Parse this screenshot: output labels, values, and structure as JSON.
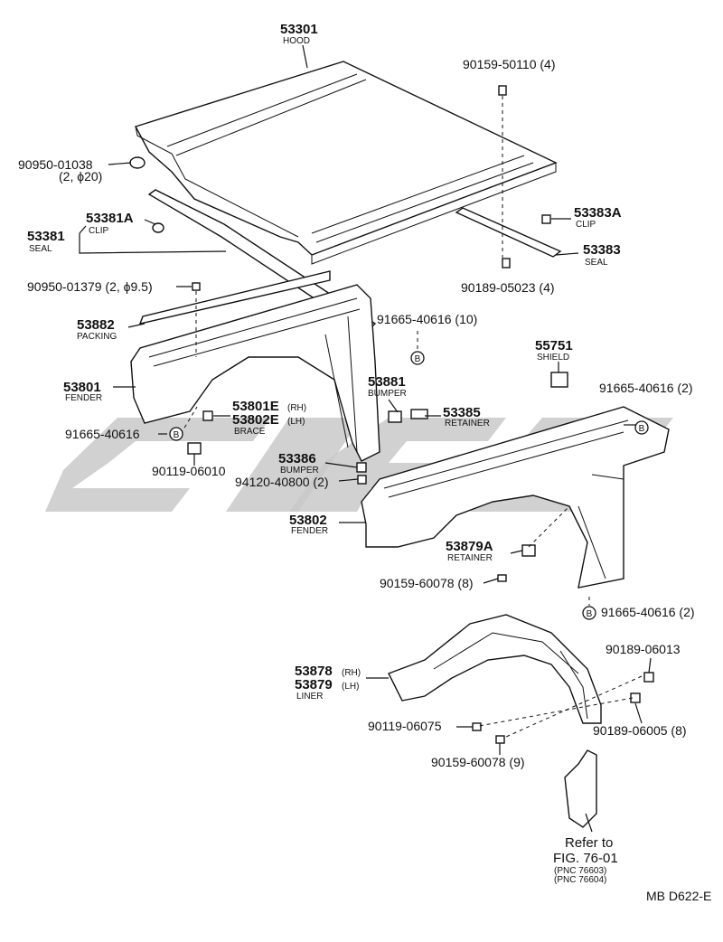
{
  "diagram_code": "MB D622-E",
  "parts": {
    "hood": {
      "number": "53301",
      "name": "HOOD"
    },
    "hood_bolt": {
      "number": "90159-50110 (4)"
    },
    "cushion_left": {
      "number": "90950-01038",
      "qty": "(2, ϕ20)"
    },
    "clip_left": {
      "number": "53381A",
      "name": "CLIP"
    },
    "seal_left": {
      "number": "53381",
      "name": "SEAL"
    },
    "clip_right": {
      "number": "53383A",
      "name": "CLIP"
    },
    "seal_right": {
      "number": "53383",
      "name": "SEAL"
    },
    "clip_bottom": {
      "number": "90189-05023 (4)"
    },
    "grommet": {
      "number": "90950-01379 (2, ϕ9.5)"
    },
    "packing": {
      "number": "53882",
      "name": "PACKING"
    },
    "bolt_10": {
      "number": "91665-40616 (10)"
    },
    "fender_rh": {
      "number": "53801",
      "name": "FENDER"
    },
    "bumper_53881": {
      "number": "53881",
      "name": "BUMPER"
    },
    "retainer_53385": {
      "number": "53385",
      "name": "RETAINER"
    },
    "shield": {
      "number": "55751",
      "name": "SHIELD"
    },
    "bolt_2_right": {
      "number": "91665-40616 (2)"
    },
    "brace": {
      "number_rh": "53801E",
      "tag_rh": "(RH)",
      "number_lh": "53802E",
      "tag_lh": "(LH)",
      "name": "BRACE"
    },
    "bolt_left": {
      "number": "91665-40616"
    },
    "screw_90119": {
      "number": "90119-06010"
    },
    "bumper_53386": {
      "number": "53386",
      "name": "BUMPER"
    },
    "bumper_94120": {
      "number": "94120-40800 (2)"
    },
    "fender_lh": {
      "number": "53802",
      "name": "FENDER"
    },
    "retainer_53879a": {
      "number": "53879A",
      "name": "RETAINER"
    },
    "screw_60078_8": {
      "number": "90159-60078 (8)"
    },
    "bolt_2_lower": {
      "number": "91665-40616 (2)"
    },
    "liner": {
      "number_rh": "53878",
      "tag_rh": "(RH)",
      "number_lh": "53879",
      "tag_lh": "(LH)",
      "name": "LINER"
    },
    "nut_06013": {
      "number": "90189-06013"
    },
    "screw_06075": {
      "number": "90119-06075"
    },
    "nut_06005": {
      "number": "90189-06005 (8)"
    },
    "screw_60078_9": {
      "number": "90159-60078 (9)"
    }
  },
  "reference": {
    "line1": "Refer to",
    "line2": "FIG. 76-01",
    "line3": "(PNC 76603)",
    "line4": "(PNC 76604)"
  },
  "callout_symbol": "B"
}
